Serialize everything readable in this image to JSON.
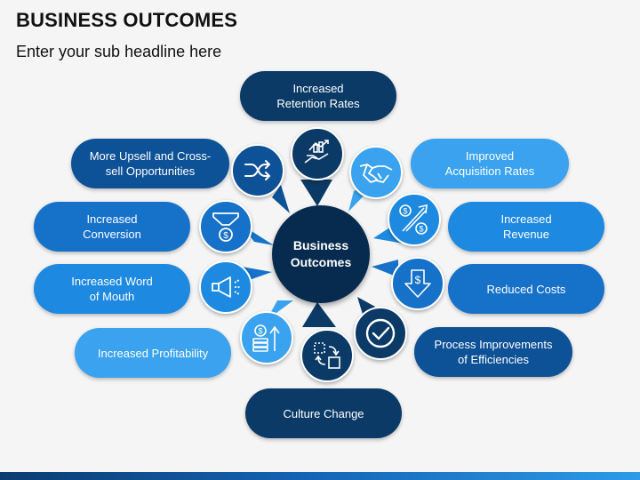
{
  "title": "BUSINESS OUTCOMES",
  "subtitle": "Enter your sub headline here",
  "center": {
    "line1": "Business",
    "line2": "Outcomes"
  },
  "outcomes": [
    {
      "line1": "Increased",
      "line2": "Retention Rates",
      "icon": "hand-growth-icon"
    },
    {
      "line1": "Improved",
      "line2": "Acquisition Rates",
      "icon": "handshake-icon"
    },
    {
      "line1": "Increased",
      "line2": "Revenue",
      "icon": "revenue-growth-icon"
    },
    {
      "line1": "Reduced Costs",
      "line2": "",
      "icon": "cost-down-arrow-icon"
    },
    {
      "line1": "Process Improvements",
      "line2": "of Efficiencies",
      "icon": "checkmark-icon"
    },
    {
      "line1": "Culture Change",
      "line2": "",
      "icon": "change-cycle-icon"
    },
    {
      "line1": "Increased Profitability",
      "line2": "",
      "icon": "coins-growth-icon"
    },
    {
      "line1": "Increased Word",
      "line2": "of Mouth",
      "icon": "megaphone-icon"
    },
    {
      "line1": "Increased",
      "line2": "Conversion",
      "icon": "funnel-icon"
    },
    {
      "line1": "More Upsell and Cross-",
      "line2": "sell Opportunities",
      "icon": "shuffle-icon"
    }
  ],
  "colors": {
    "navy": "#0b3a66",
    "dark_blue": "#0d5196",
    "mid_blue": "#1671c9",
    "bright_blue": "#1d89e0",
    "light_blue": "#3aa2ef",
    "center": "#072b4e"
  }
}
